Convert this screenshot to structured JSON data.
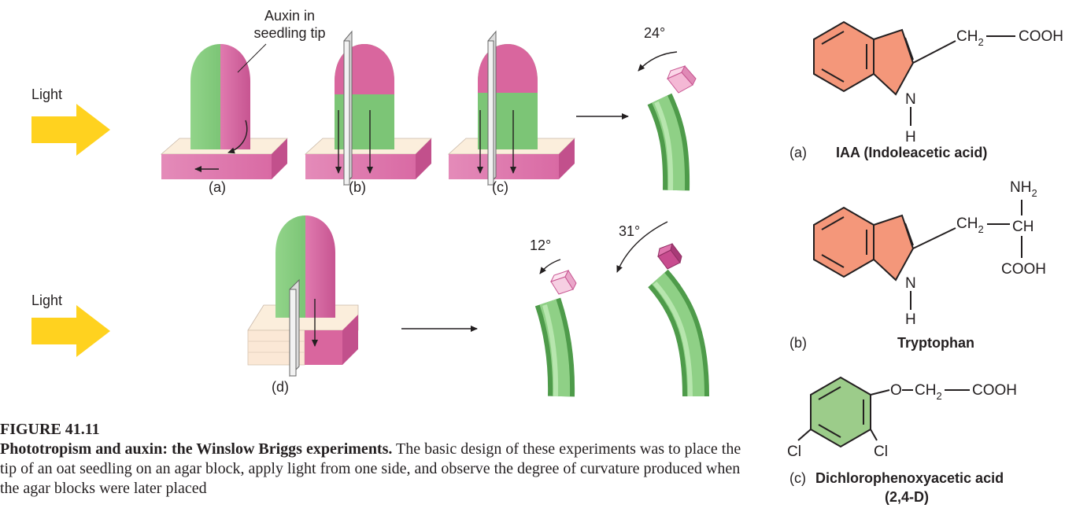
{
  "light_label_top": "Light",
  "light_label_bottom": "Light",
  "auxin_label_line1": "Auxin in",
  "auxin_label_line2": "seedling tip",
  "panel_labels": {
    "a": "(a)",
    "b": "(b)",
    "c": "(c)",
    "d": "(d)"
  },
  "angles": {
    "top": "24°",
    "bottom_left": "12°",
    "bottom_right": "31°"
  },
  "chem": {
    "ch2": "CH",
    "sub2": "2",
    "cooh": "COOH",
    "n": "N",
    "h": "H",
    "ch": "CH",
    "nh": "NH",
    "o": "O",
    "cl": "Cl",
    "a_letter": "(a)",
    "a_name": "IAA (Indoleacetic acid)",
    "b_letter": "(b)",
    "b_name": "Tryptophan",
    "c_letter": "(c)",
    "c_name_line1": "Dichlorophenoxyacetic acid",
    "c_name_line2": "(2,4-D)"
  },
  "caption": {
    "number": "FIGURE 41.11",
    "title": "Phototropism and auxin: the Winslow Briggs experiments.",
    "body": " The basic design of these experiments was to place the tip of an oat seedling on an agar block, apply light from one side, and observe the degree of curvature produced when the agar blocks were later placed"
  },
  "colors": {
    "light_arrow": "#ffd21f",
    "tissue_green": "#7cc576",
    "tissue_pink": "#d9669e",
    "agar_pink": "#e582b5",
    "agar_cream": "#fbeedc",
    "indole_ring": "#f4977a",
    "phenyl_ring": "#9ccc8a"
  }
}
